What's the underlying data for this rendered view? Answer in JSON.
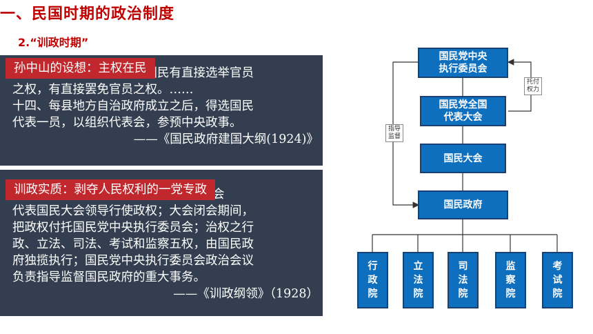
{
  "heading": "一、民国时期的政治制度",
  "subheading": "2.“训政时期”",
  "panel1": {
    "tag": "孙中山的设想：主权在民",
    "lines": [
      "九、一完全自治之县，其国民有直接选举官员",
      "之权，有直接罢免官员之权。……",
      "十四、每县地方自治政府成立之后，得选国民",
      "代表一员，以组织代表会，参预中央政事。"
    ],
    "source": "——《国民政府建国大纲(1924)》"
  },
  "panel2": {
    "tag": "训政实质：剥夺人民权利的一党专政",
    "lines": [
      "训政期间，由中国国民党全国代表大会",
      "代表国民大会领导行使政权；大会闭会期间，",
      "把政权付托国民党中央执行委员会；治权之行",
      "政、立法、司法、考试和监察五权，由国民政",
      "府独揽执行；国民党中央执行委员会政治会议",
      "负责指导监督国民政府的重大事务。"
    ],
    "source": "——《训政纲领》（1928）"
  },
  "diagram": {
    "nodes": {
      "cec": "国民党中央执行委员会",
      "cec_l1": "国民党中央",
      "cec_l2": "执行委员会",
      "congress_l1": "国民党全国",
      "congress_l2": "代表大会",
      "assembly": "国民大会",
      "government": "国民政府"
    },
    "labels": {
      "entrust": "托付权力",
      "supervise": "指导监督"
    },
    "yuans": [
      "行政院",
      "立法院",
      "司法院",
      "监察院",
      "考试院"
    ]
  }
}
